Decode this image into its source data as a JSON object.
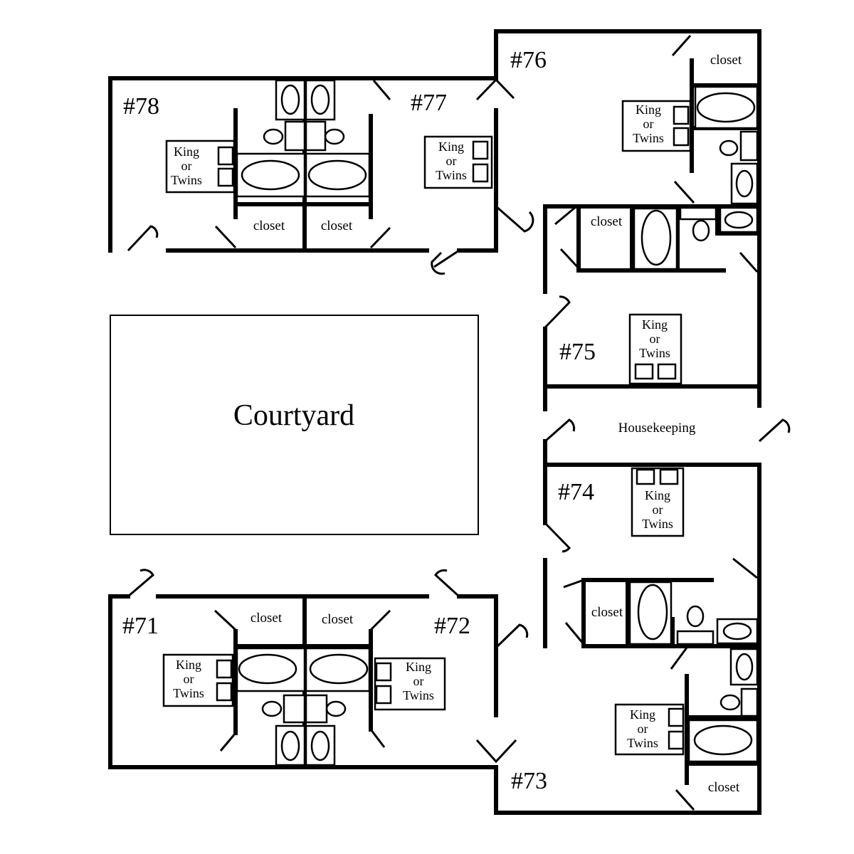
{
  "courtyard": {
    "label": "Courtyard"
  },
  "rooms": [
    {
      "number": "#78",
      "bed": {
        "line1": "King",
        "line2": "or",
        "line3": "Twins"
      },
      "closet": "closet"
    },
    {
      "number": "#77",
      "bed": {
        "line1": "King",
        "line2": "or",
        "line3": "Twins"
      },
      "closet": "closet"
    },
    {
      "number": "#76",
      "bed": {
        "line1": "King",
        "line2": "or",
        "line3": "Twins"
      },
      "closets": [
        "closet",
        "closet"
      ]
    },
    {
      "number": "#75",
      "bed": {
        "line1": "King",
        "line2": "or",
        "line3": "Twins"
      }
    },
    {
      "number": "#74",
      "bed": {
        "line1": "King",
        "line2": "or",
        "line3": "Twins"
      },
      "closet": "closet"
    },
    {
      "number": "#73",
      "bed": {
        "line1": "King",
        "line2": "or",
        "line3": "Twins"
      },
      "closet": "closet"
    },
    {
      "number": "#72",
      "bed": {
        "line1": "King",
        "line2": "or",
        "line3": "Twins"
      },
      "closet": "closet"
    },
    {
      "number": "#71",
      "bed": {
        "line1": "King",
        "line2": "or",
        "line3": "Twins"
      },
      "closet": "closet"
    }
  ],
  "housekeeping": {
    "label": "Housekeeping"
  }
}
